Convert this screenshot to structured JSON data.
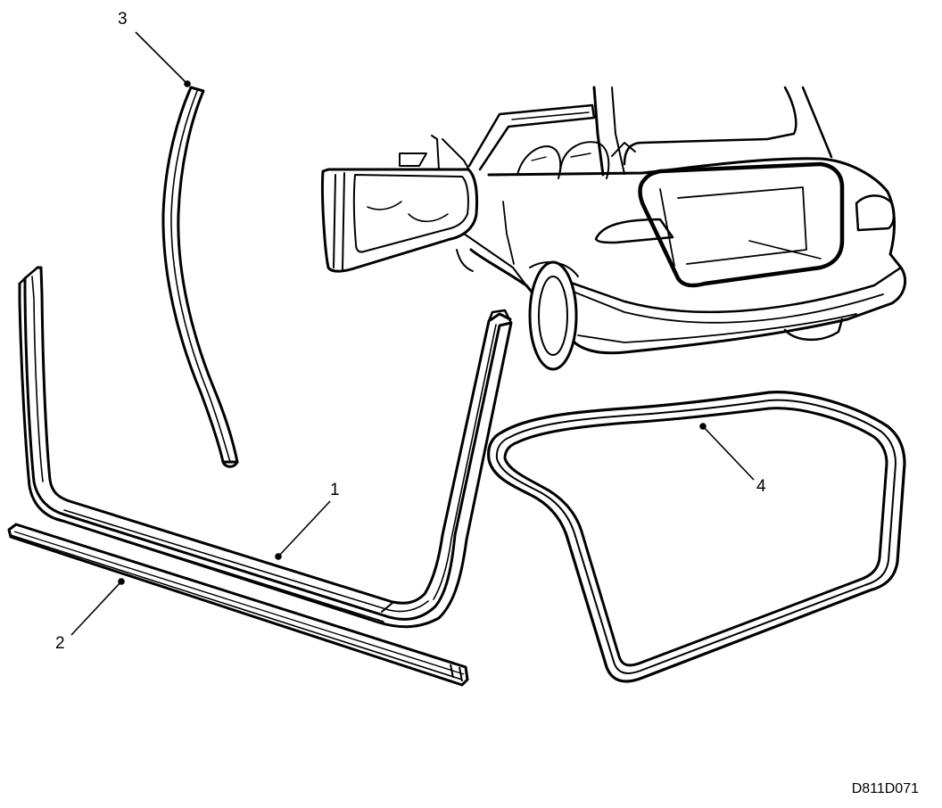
{
  "callouts": {
    "seal_1": "1",
    "seal_2": "2",
    "seal_3": "3",
    "seal_4": "4"
  },
  "reference_code": "D811D071",
  "colors": {
    "line": "#000000",
    "background": "#ffffff"
  }
}
